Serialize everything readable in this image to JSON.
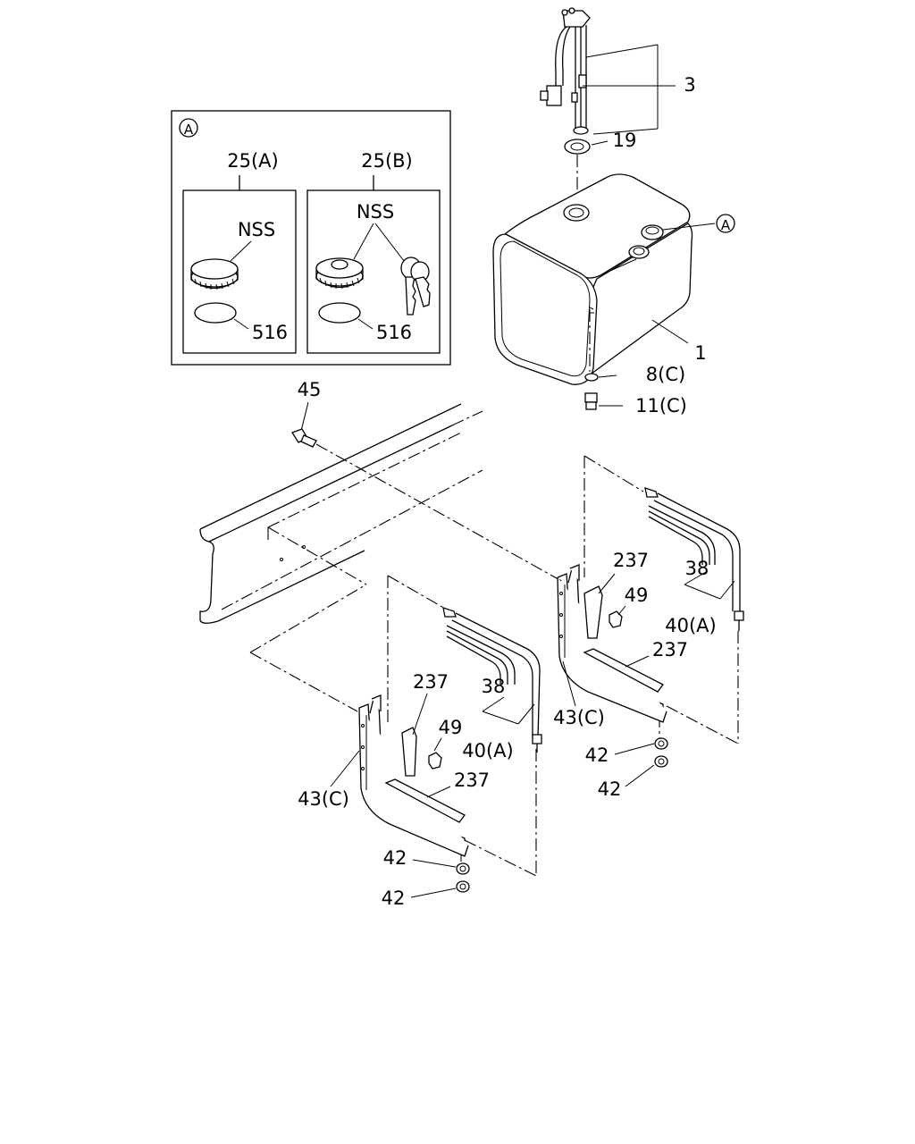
{
  "inset": {
    "marker": "A",
    "option_a": {
      "title": "25(A)",
      "nss": "NSS",
      "seal": "516"
    },
    "option_b": {
      "title": "25(B)",
      "nss": "NSS",
      "seal": "516"
    }
  },
  "callouts": {
    "c3": "3",
    "c19": "19",
    "cA": "A",
    "c1": "1",
    "c8c": "8(C)",
    "c11c": "11(C)",
    "c45": "45",
    "c237a": "237",
    "c38a": "38",
    "c49a": "49",
    "c40a": "40(A)",
    "c237b": "237",
    "c43c_a": "43(C)",
    "c42a": "42",
    "c42b": "42",
    "c237c": "237",
    "c38b": "38",
    "c49b": "49",
    "c40b": "40(A)",
    "c237d": "237",
    "c43c_b": "43(C)",
    "c42c": "42",
    "c42d": "42"
  }
}
